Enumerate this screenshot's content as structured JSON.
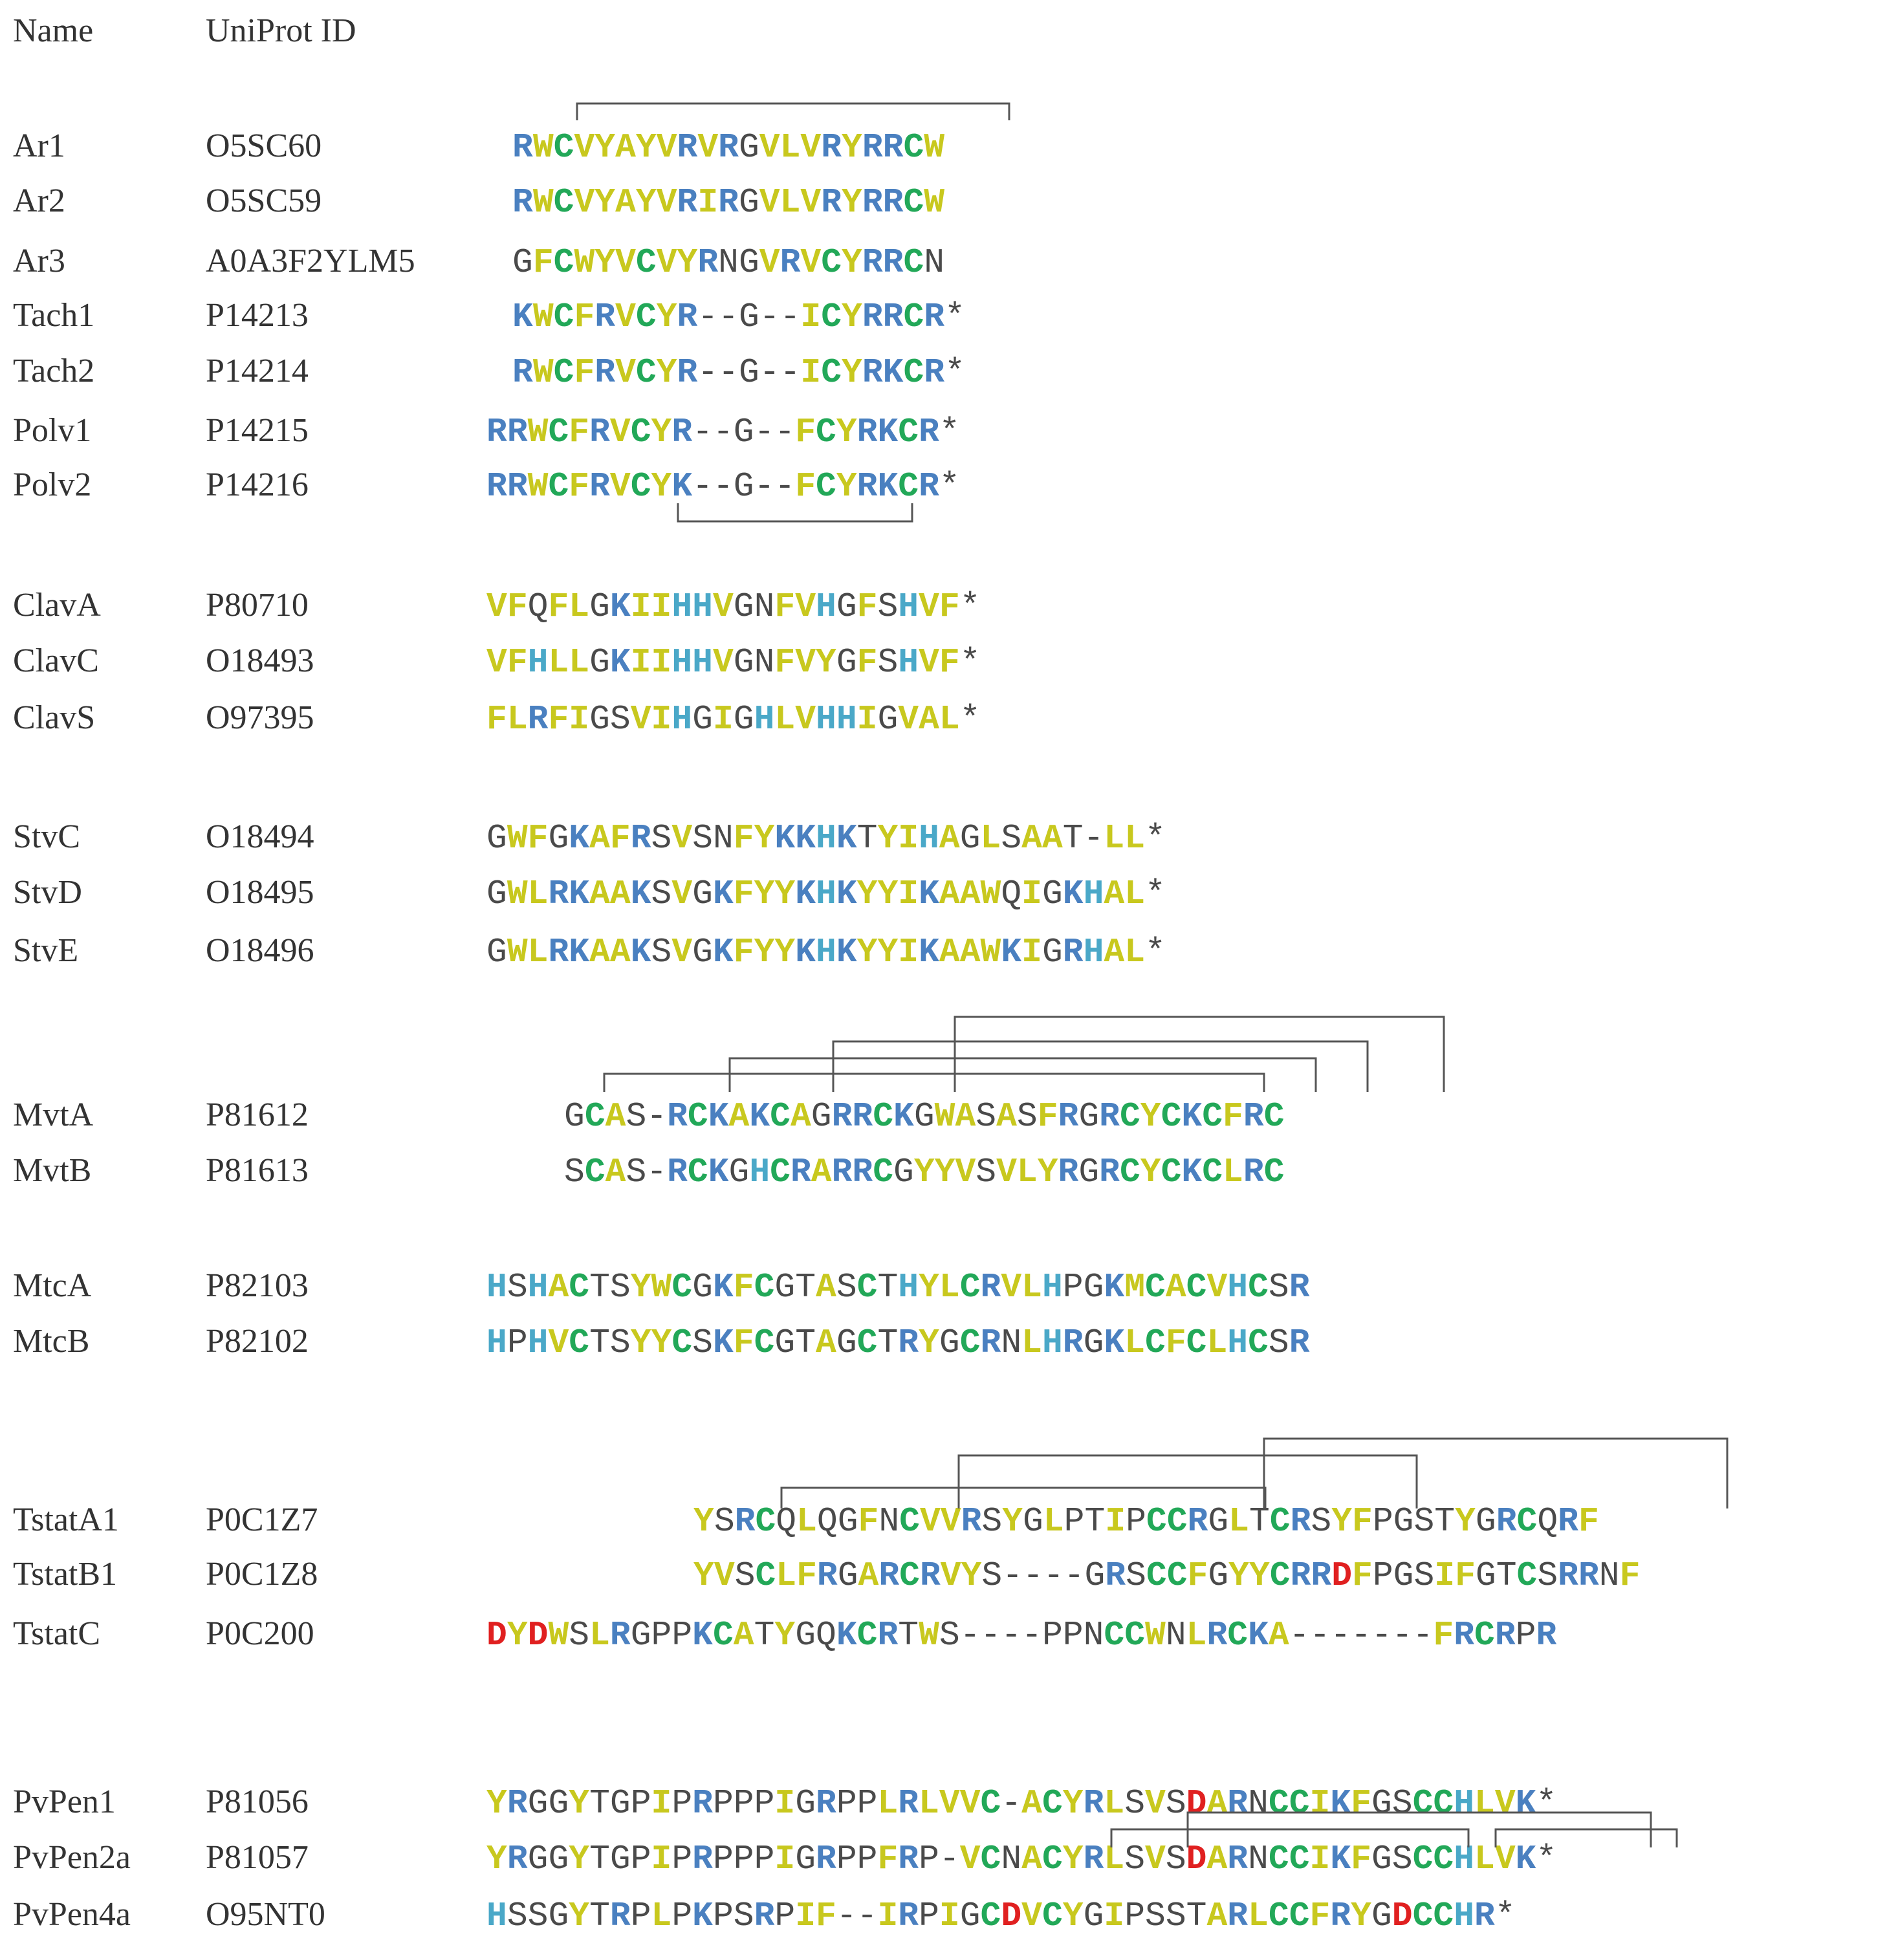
{
  "header": {
    "name": "Name",
    "uniprot": "UniProt ID"
  },
  "colors": {
    "hydrophobic": "#c8c81e",
    "basic": "#4a80c0",
    "cys": "#22a858",
    "his": "#4aa8c8",
    "acidic": "#e02020",
    "other": "#4a4a4a",
    "bond": "#555555"
  },
  "rows": [
    {
      "name": "Ar1",
      "id": "O5SC60",
      "seq": "RWCVYAYVRVRGVLVRYRRCW"
    },
    {
      "name": "Ar2",
      "id": "O5SC59",
      "seq": "RWCVYAYVRIRGVLVRYRRCW"
    },
    {
      "name": "Ar3",
      "id": "A0A3F2YLM5",
      "seq": "GFCWYVCVYRNGVRVCYRRCN"
    },
    {
      "name": "Tach1",
      "id": "P14213",
      "seq": "KWCFRVCYR--G--ICYRRCR*"
    },
    {
      "name": "Tach2",
      "id": "P14214",
      "seq": "RWCFRVCYR--G--ICYRKCR*"
    },
    {
      "name": "Polv1",
      "id": "P14215",
      "seq": "RRWCFRVCYR--G--FCYRKCR*"
    },
    {
      "name": "Polv2",
      "id": "P14216",
      "seq": "RRWCFRVCYK--G--FCYRKCR*"
    },
    {
      "name": "ClavA",
      "id": "P80710",
      "seq": "VFQFLGKIIHHVGNFVHGFSHVF*"
    },
    {
      "name": "ClavC",
      "id": "O18493",
      "seq": "VFHLLGKIIHHVGNFVYGFSHVF*"
    },
    {
      "name": "ClavS",
      "id": "O97395",
      "seq": "FLRFIGSVIHGIGHLVHHIGVAL*"
    },
    {
      "name": "StvC",
      "id": "O18494",
      "seq": "GWFGKAFRSVSNFYKKHKTYIHAGLSAAT-LL*"
    },
    {
      "name": "StvD",
      "id": "O18495",
      "seq": "GWLRKAAKSVGKFYYKHKYYIKAAWQIGKHAL*"
    },
    {
      "name": "StvE",
      "id": "O18496",
      "seq": "GWLRKAAKSVGKFYYKHKYYIKAAWKIGRHAL*"
    },
    {
      "name": "MvtA",
      "id": "P81612",
      "seq": "GCAS-RCKAKCAGRRCKGWASASFRGRCYCKCFRC"
    },
    {
      "name": "MvtB",
      "id": "P81613",
      "seq": "SCAS-RCKGHCRARRCGYYVSVLYRGRCYCKCLRC"
    },
    {
      "name": "MtcA",
      "id": "P82103",
      "seq": "HSHACTSYWCGKFCGTASCTHYLCRVLHPGKMCACVHCSR"
    },
    {
      "name": "MtcB",
      "id": "P82102",
      "seq": "HPHVCTSYYCSKFCGTAGCTRYGCRNLHRGKLCFCLHCSR"
    },
    {
      "name": "TstatA1",
      "id": "P0C1Z7",
      "seq": "YSRCQLQGFNCVVRSYGLPTIPCCRGLTCRSYFPGSTYGRCQRF"
    },
    {
      "name": "TstatB1",
      "id": "P0C1Z8",
      "seq": "YVSCLFRGARCRVYS----GRSCCFGYYCRRDFPGSIFGTCSRRNF"
    },
    {
      "name": "TstatC",
      "id": "P0C200",
      "seq": "DYDWSLRGPPKCATYGQKCRTWS----PPNCCWNLRCKA-------FRCRPR"
    },
    {
      "name": "PvPen1",
      "id": "P81056",
      "seq": "YRGGYTGPIPRPPPIGRPPLRLVVC-ACYRLSVSDARNCCIKFGSCCHLVK*"
    },
    {
      "name": "PvPen2a",
      "id": "P81057",
      "seq": "YRGGYTGPIPRPPPIGRPPFRP-VCNACYRLSVSDARNCCIKFGSCCHLVK*"
    },
    {
      "name": "PvPen4a",
      "id": "O95NT0",
      "seq": "HSSGYTRPLPKPSRPIF--IRPIGCDVCYGIPSSTARLCCFRYGDCCHR*"
    }
  ]
}
